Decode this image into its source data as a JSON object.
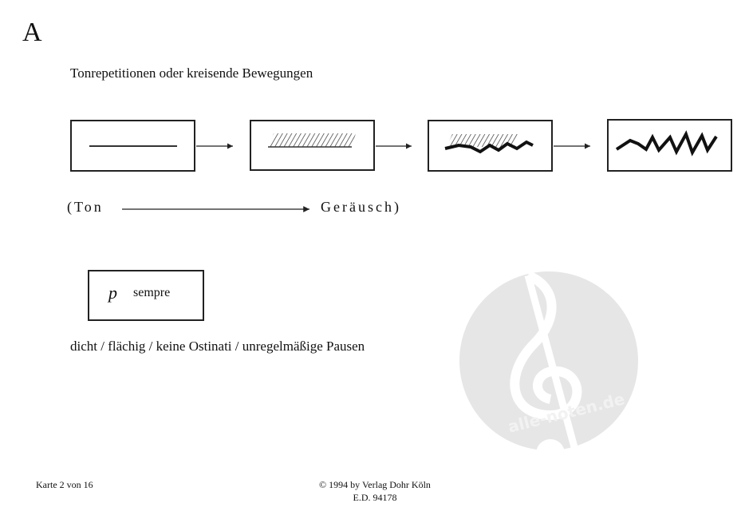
{
  "card_letter": "A",
  "heading": "Tonrepetitionen oder kreisende Bewegungen",
  "diagram": {
    "boxes": [
      "straight-line",
      "hatched-band",
      "hatched-band-with-wavy-line",
      "zigzag-line"
    ],
    "scale_start": "(Ton",
    "scale_end": "Geräusch)"
  },
  "dynamic": {
    "marking": "p",
    "text": "sempre"
  },
  "description": "dicht / flächig / keine Ostinati / unregelmäßige Pausen",
  "footer": {
    "page": "Karte 2 von 16",
    "copyright": "© 1994 by Verlag Dohr Köln",
    "edition": "E.D. 94178"
  },
  "watermark": "alle-noten.de"
}
